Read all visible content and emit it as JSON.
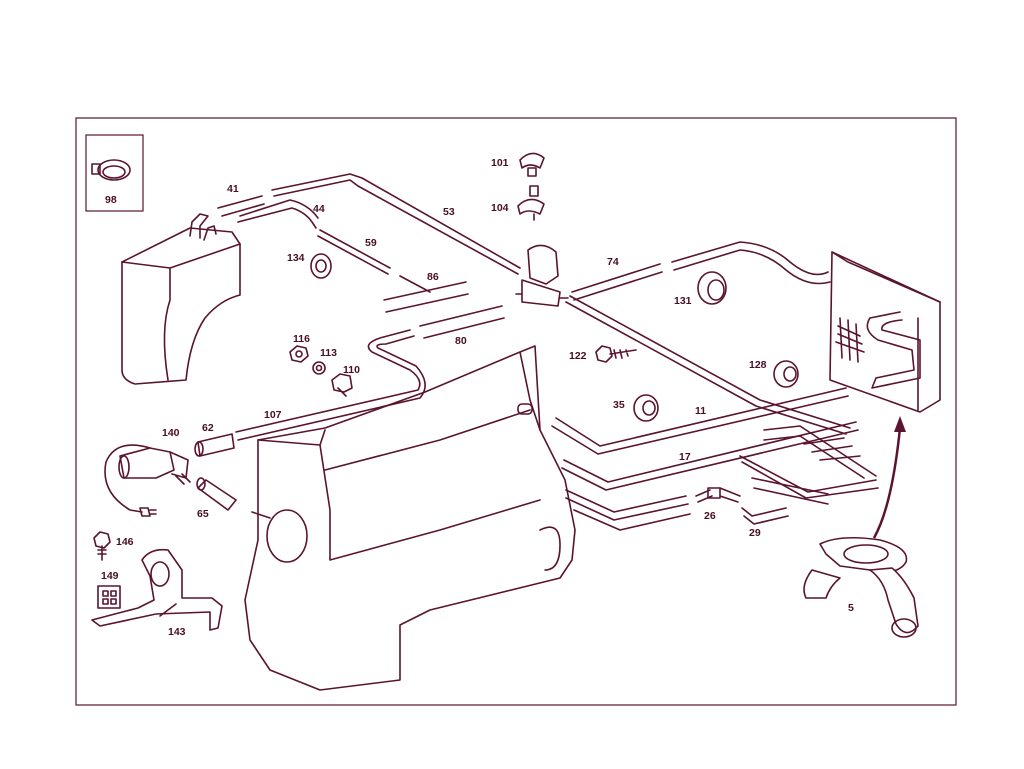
{
  "colors": {
    "line": "#5a1430",
    "label": "#4a0d26",
    "background": "#ffffff"
  },
  "labels": {
    "p98": "98",
    "p41": "41",
    "p44": "44",
    "p53": "53",
    "p59": "59",
    "p86": "86",
    "p101": "101",
    "p104": "104",
    "p74": "74",
    "p134": "134",
    "p131": "131",
    "p116": "116",
    "p113": "113",
    "p110": "110",
    "p80": "80",
    "p122": "122",
    "p128": "128",
    "p35": "35",
    "p11": "11",
    "p107": "107",
    "p140": "140",
    "p62": "62",
    "p17": "17",
    "p65": "65",
    "p26": "26",
    "p29": "29",
    "p146": "146",
    "p149": "149",
    "p143": "143",
    "p5": "5"
  }
}
